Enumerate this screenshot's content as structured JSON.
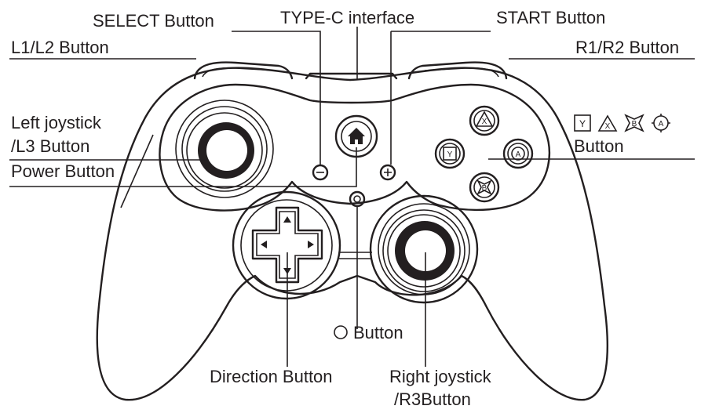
{
  "labels": {
    "select": "SELECT Button",
    "typec": "TYPE-C interface",
    "start": "START Button",
    "l1l2": "L1/L2 Button",
    "r1r2": "R1/R2 Button",
    "left_joystick_1": "Left joystick",
    "left_joystick_2": "/L3 Button",
    "power": "Power Button",
    "face_buttons": "Button",
    "o_button": "Button",
    "direction": "Direction Button",
    "right_joystick_1": "Right joystick",
    "right_joystick_2": "/R3Button"
  },
  "face_button_letters": {
    "y": "Y",
    "x": "X",
    "b": "B",
    "a": "A"
  },
  "symbols": {
    "select": "minus-symbol",
    "start": "plus-symbol",
    "power": "home-icon"
  }
}
